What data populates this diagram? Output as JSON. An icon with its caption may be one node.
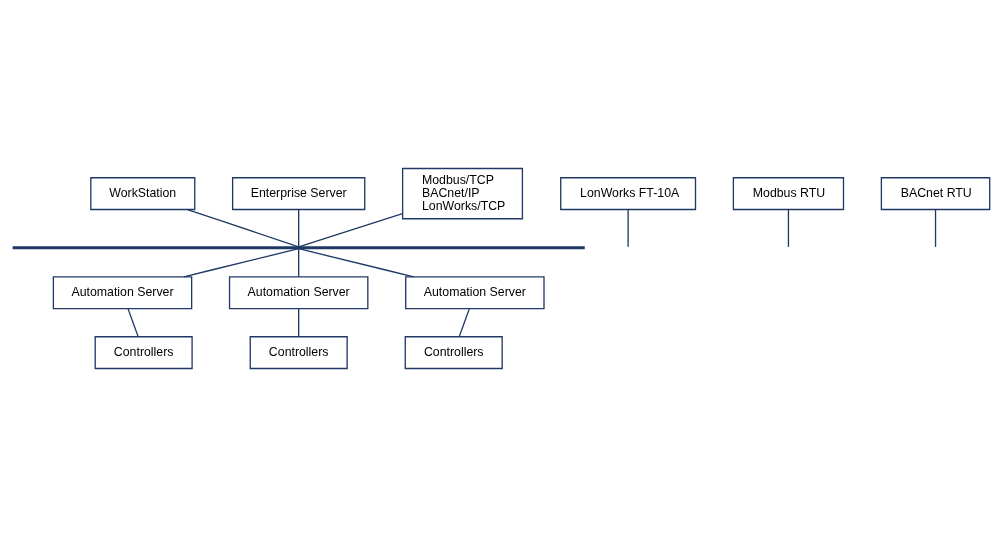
{
  "diagram": {
    "nodes": [
      {
        "text": [
          "WorkStation"
        ]
      },
      {
        "text": [
          "Enterprise Server"
        ]
      },
      {
        "text": [
          "Modbus/TCP",
          "BACnet/IP",
          "LonWorks/TCP"
        ]
      },
      {
        "text": [],
        "shape": "bar"
      },
      {
        "text": [
          "Automation Server"
        ]
      },
      {
        "text": [
          "Automation Server"
        ]
      },
      {
        "text": [
          "Automation Server"
        ]
      },
      {
        "text": [
          "LonWorks FT-10A"
        ]
      },
      {
        "text": [
          "Modbus RTU"
        ]
      },
      {
        "text": [
          "BACnet RTU"
        ]
      },
      {
        "text": [
          "Controllers"
        ]
      },
      {
        "text": [
          "Controllers"
        ]
      },
      {
        "text": [
          "Controllers"
        ]
      }
    ],
    "edges": [
      {
        "from": 0,
        "to": 3,
        "arrow": "none"
      },
      {
        "from": 1,
        "to": 3,
        "arrow": "none"
      },
      {
        "from": 2,
        "to": 3,
        "arrow": "none"
      },
      {
        "from": 3,
        "to": 4,
        "arrow": "none"
      },
      {
        "from": 3,
        "to": 5,
        "arrow": "none"
      },
      {
        "from": 3,
        "to": 6,
        "arrow": "none"
      },
      {
        "from": 4,
        "to": 10,
        "arrow": "none"
      },
      {
        "from": 5,
        "to": 11,
        "arrow": "none"
      },
      {
        "from": 6,
        "to": 12,
        "arrow": "none"
      },
      {
        "from": 7,
        "to": null,
        "arrow": "none"
      },
      {
        "from": 8,
        "to": null,
        "arrow": "none"
      },
      {
        "from": 9,
        "to": null,
        "arrow": "none"
      }
    ]
  }
}
